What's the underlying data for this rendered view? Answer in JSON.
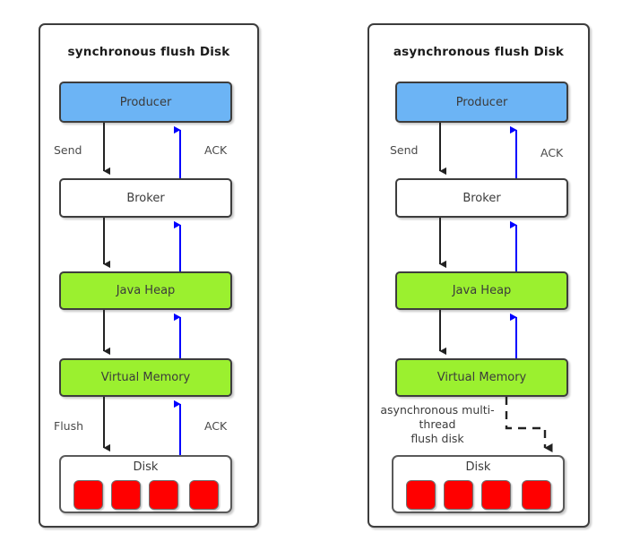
{
  "diagram": {
    "background": "#ffffff",
    "colors": {
      "producer": "#6CB4F5",
      "memory": "#9BF02F",
      "disk_cell": "#FF0000",
      "send_arrow": "#222222",
      "ack_arrow": "#0000FF",
      "border": "#3d3d3d"
    },
    "panels": [
      {
        "id": "synchronous",
        "title": "synchronous flush Disk",
        "nodes": [
          {
            "id": "producer",
            "label": "Producer",
            "style": "blue"
          },
          {
            "id": "broker",
            "label": "Broker",
            "style": "white"
          },
          {
            "id": "java-heap",
            "label": "Java Heap",
            "style": "green"
          },
          {
            "id": "virtual-memory",
            "label": "Virtual Memory",
            "style": "green"
          },
          {
            "id": "disk",
            "label": "Disk",
            "style": "container",
            "cells": 4
          }
        ],
        "edge_labels": [
          {
            "id": "send",
            "text": "Send"
          },
          {
            "id": "ack-top",
            "text": "ACK"
          },
          {
            "id": "flush",
            "text": "Flush"
          },
          {
            "id": "ack-bottom",
            "text": "ACK"
          }
        ],
        "notes": []
      },
      {
        "id": "asynchronous",
        "title": "asynchronous flush Disk",
        "nodes": [
          {
            "id": "producer",
            "label": "Producer",
            "style": "blue"
          },
          {
            "id": "broker",
            "label": "Broker",
            "style": "white"
          },
          {
            "id": "java-heap",
            "label": "Java Heap",
            "style": "green"
          },
          {
            "id": "virtual-memory",
            "label": "Virtual Memory",
            "style": "green"
          },
          {
            "id": "disk",
            "label": "Disk",
            "style": "container",
            "cells": 4
          }
        ],
        "edge_labels": [
          {
            "id": "send",
            "text": "Send"
          },
          {
            "id": "ack-top",
            "text": "ACK"
          }
        ],
        "notes": [
          {
            "id": "async-flush-note",
            "text": "asynchronous multi-\nthread\nflush disk"
          }
        ]
      }
    ]
  }
}
